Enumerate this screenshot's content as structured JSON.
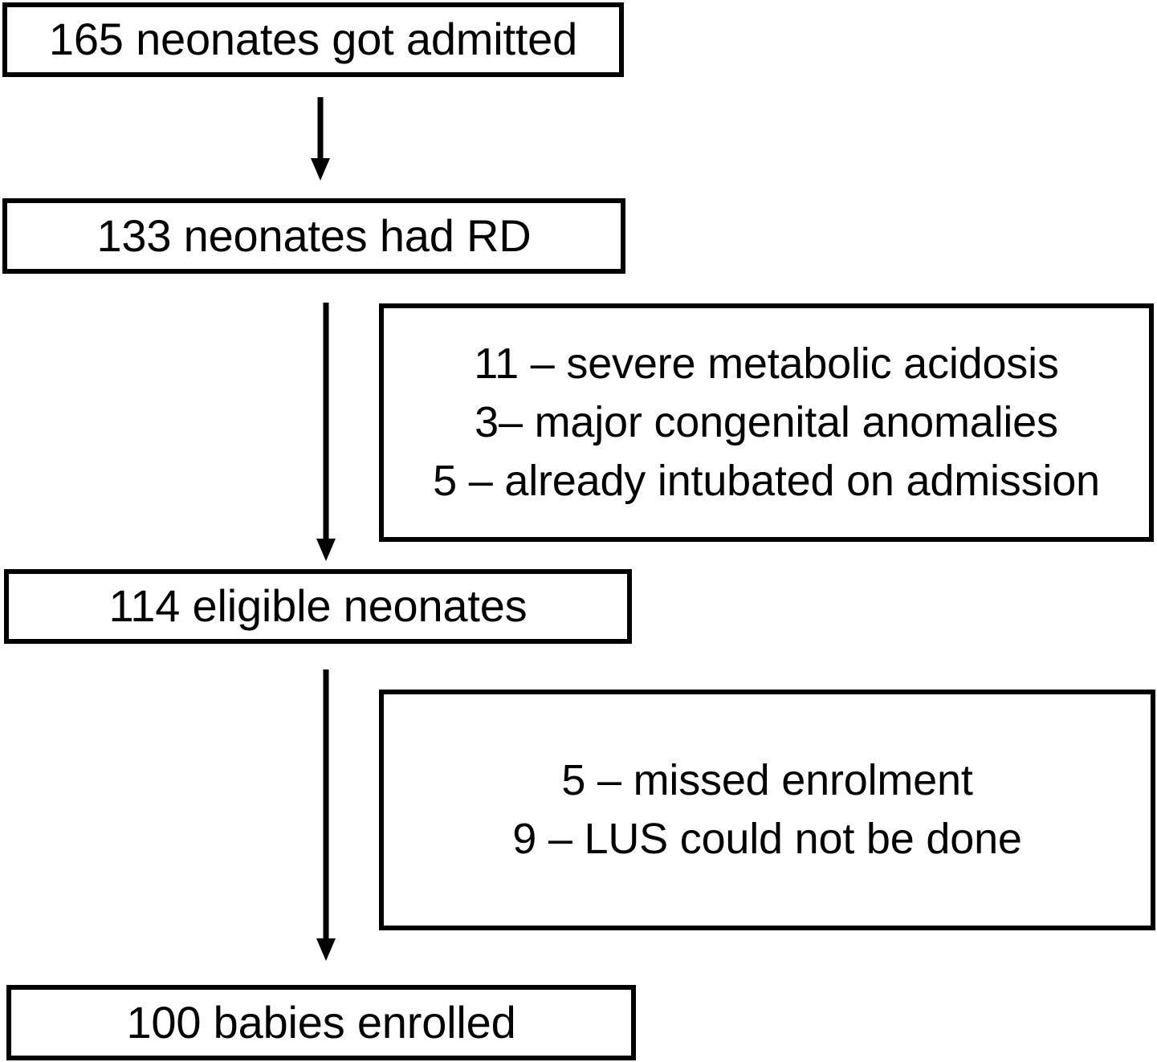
{
  "diagram": {
    "title": "Neonate enrolment flow diagram",
    "type": "flowchart",
    "stroke_color": "#000000",
    "background_color": "#ffffff",
    "nodes": [
      {
        "id": "admitted",
        "label": "165 neonates got admitted",
        "count": 165
      },
      {
        "id": "rd",
        "label": "133 neonates had RD",
        "count": 133
      },
      {
        "id": "eligible",
        "label": "114 eligible neonates",
        "count": 114
      },
      {
        "id": "enrolled",
        "label": "100 babies enrolled",
        "count": 100
      }
    ],
    "exclusions": [
      {
        "id": "exclusion-1",
        "after_node": "rd",
        "lines": [
          {
            "count": 11,
            "text": "11 – severe metabolic acidosis"
          },
          {
            "count": 3,
            "text": "3– major congenital anomalies"
          },
          {
            "count": 5,
            "text": "5 – already intubated on admission"
          }
        ]
      },
      {
        "id": "exclusion-2",
        "after_node": "eligible",
        "lines": [
          {
            "count": 5,
            "text": "5 – missed enrolment"
          },
          {
            "count": 9,
            "text": "9 – LUS could not be done"
          }
        ]
      }
    ],
    "connectors": [
      {
        "id": "arrow-admitted-to-rd",
        "from": "admitted",
        "to": "rd",
        "direction": "down"
      },
      {
        "id": "arrow-rd-to-eligible",
        "from": "rd",
        "to": "eligible",
        "direction": "down"
      },
      {
        "id": "arrow-eligible-to-enrolled",
        "from": "eligible",
        "to": "enrolled",
        "direction": "down"
      }
    ]
  }
}
